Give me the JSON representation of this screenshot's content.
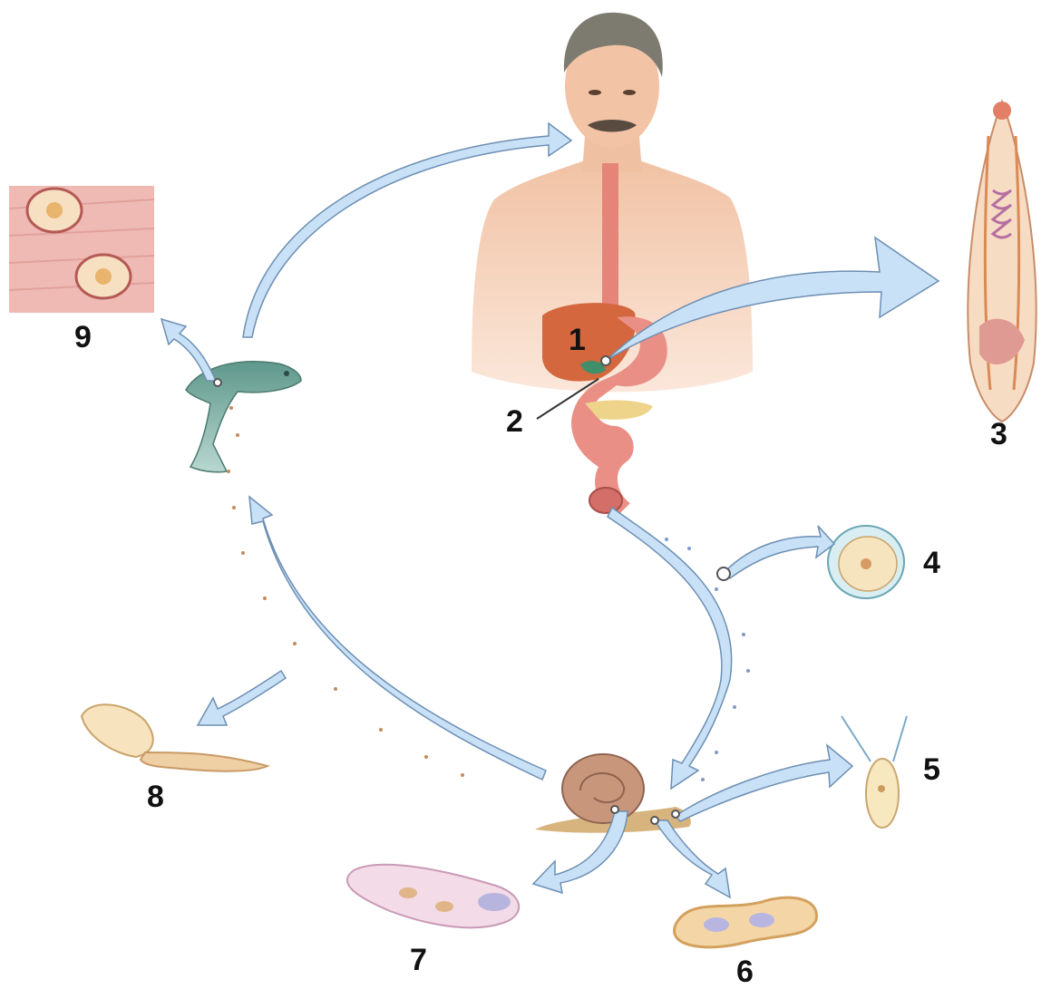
{
  "labels": {
    "l1": "1",
    "l2": "2",
    "l3": "3",
    "l4": "4",
    "l5": "5",
    "l6": "6",
    "l7": "7",
    "l8": "8",
    "l9": "9"
  },
  "colors": {
    "arrow_fill": "#c9e1f7",
    "arrow_stroke": "#6d8fb3",
    "skin": "#f3c6a8",
    "liver": "#d4673e",
    "intestine": "#e98f86",
    "fish": "#7fb0a4",
    "tissue": "#efb3ae",
    "snail_shell": "#c8967a",
    "label": "#111111"
  }
}
